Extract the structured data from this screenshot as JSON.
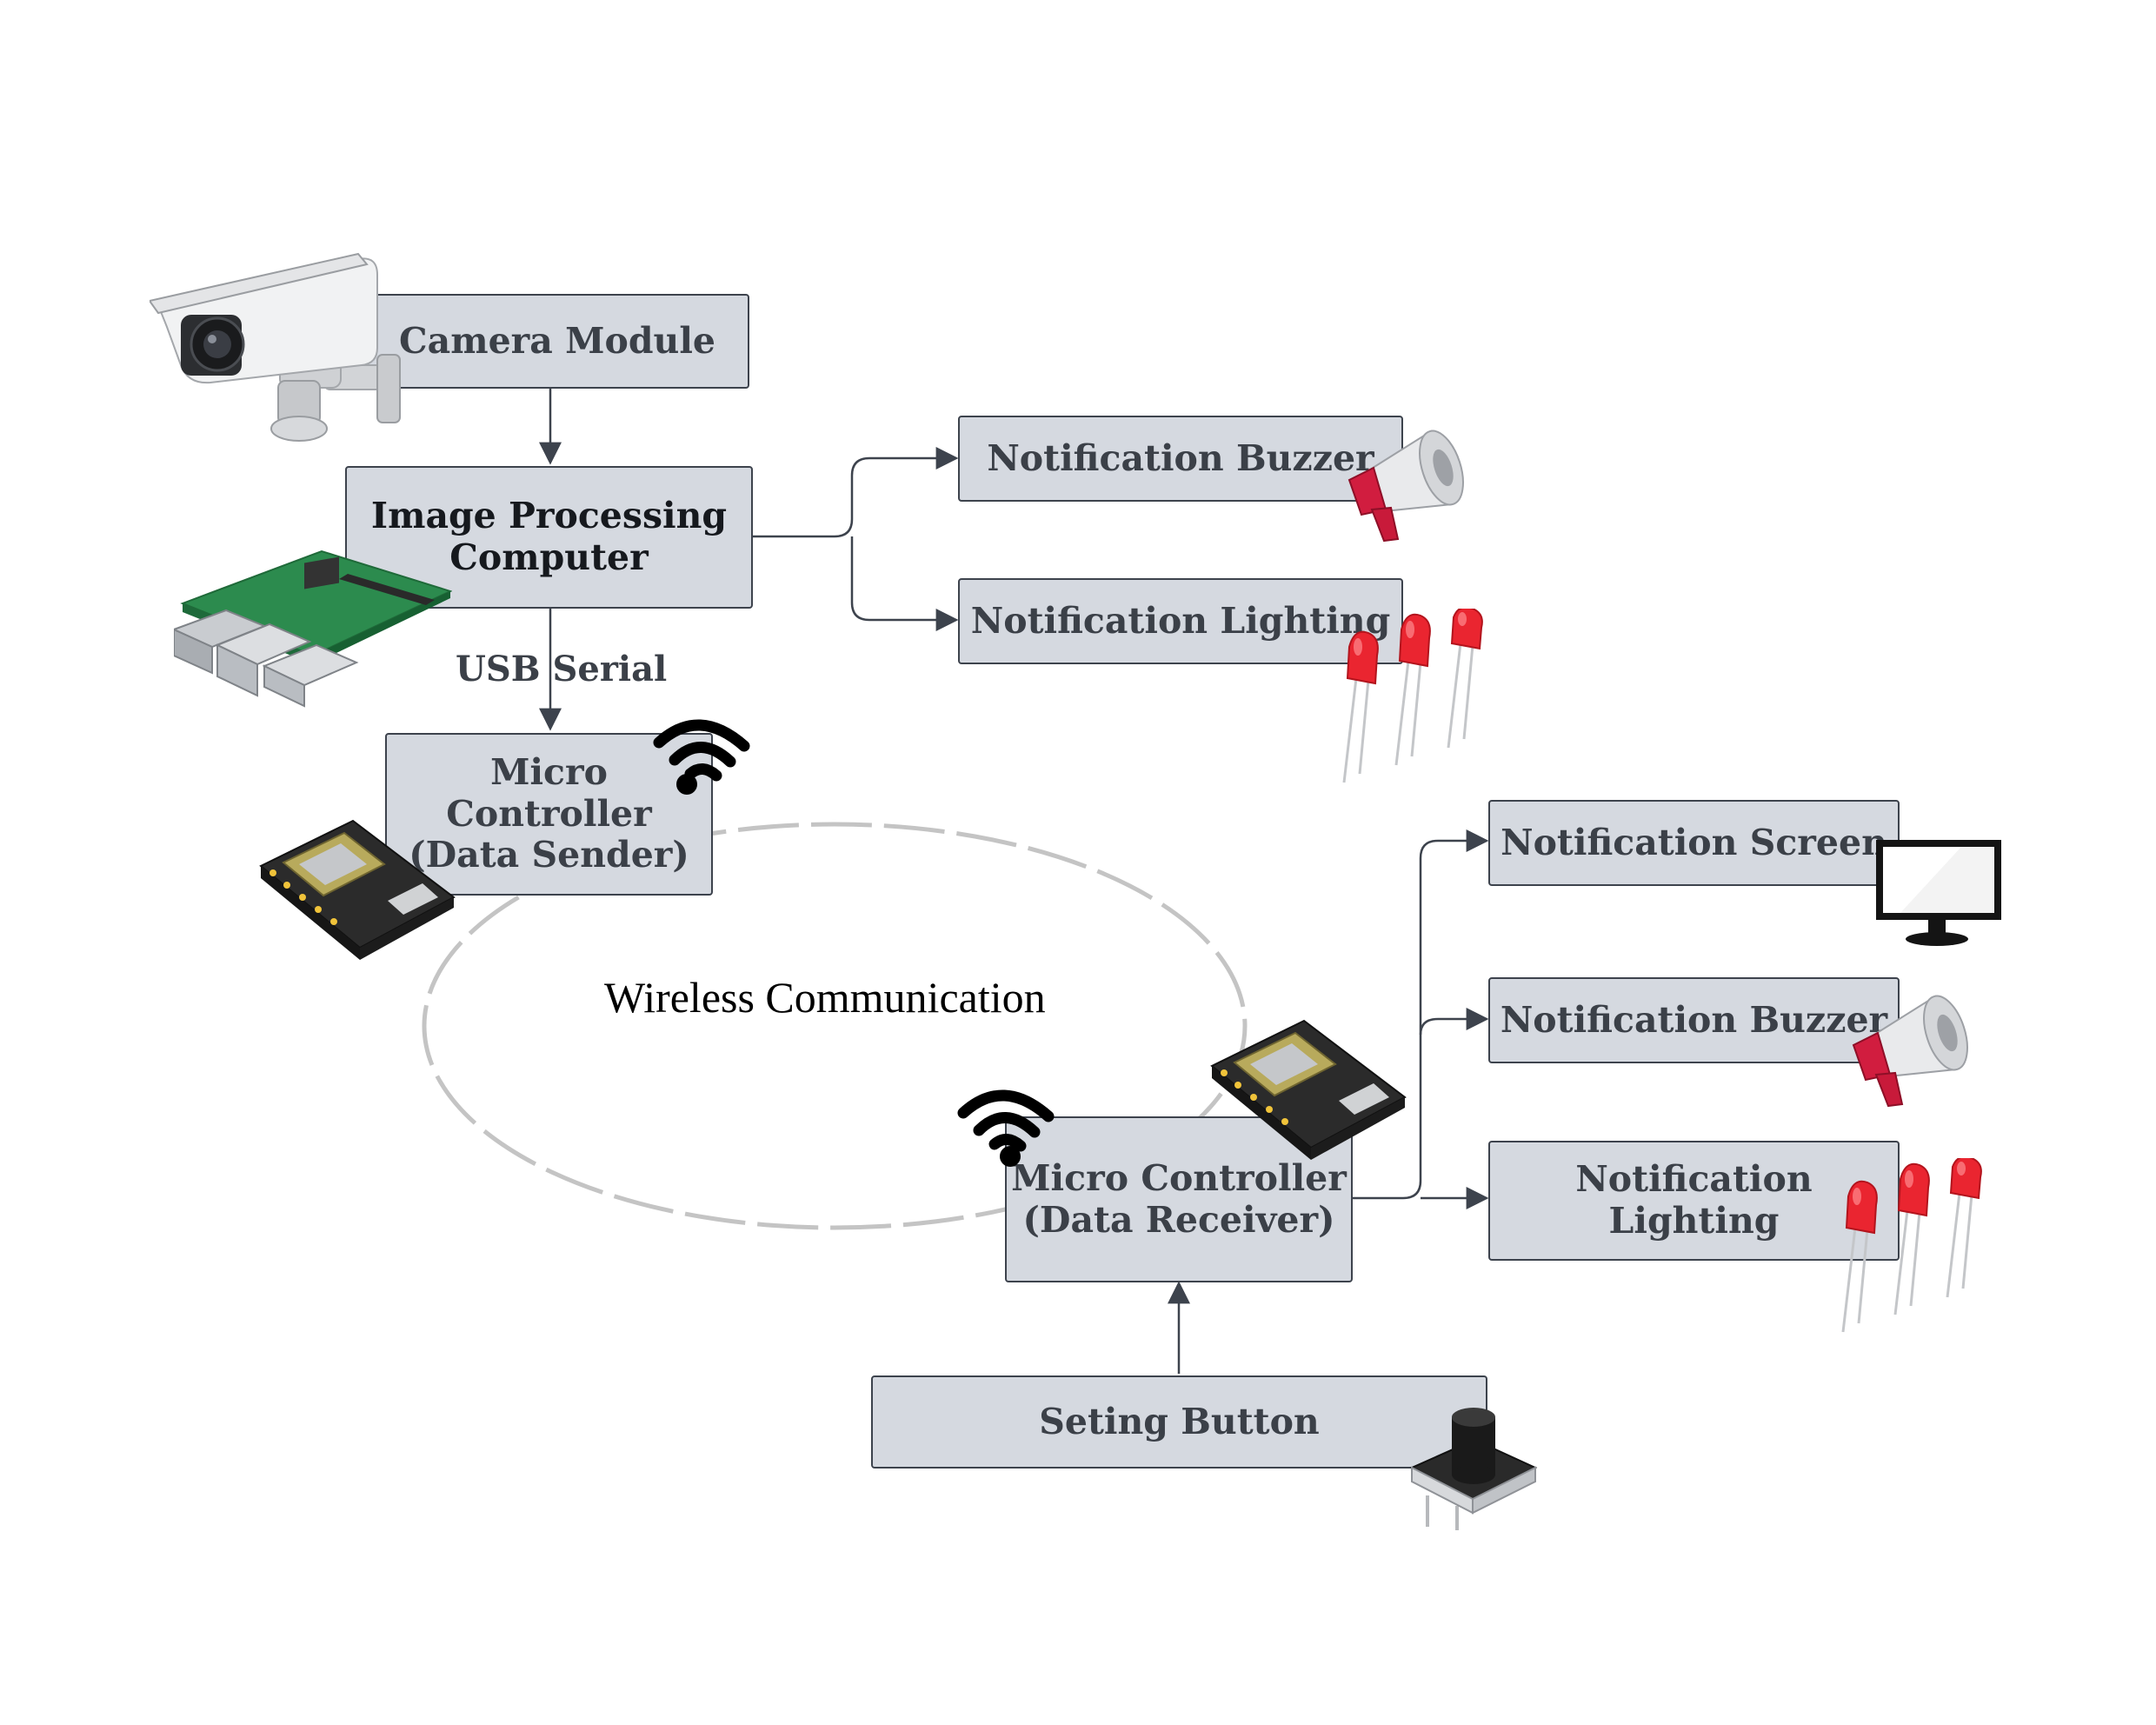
{
  "nodes": {
    "camera_module": "Camera Module",
    "image_processing": "Image Processing\nComputer",
    "buzzer_top": "Notification Buzzer",
    "lighting_top": "Notification Lighting",
    "mc_sender": "Micro\nController\n(Data Sender)",
    "screen": "Notification Screen",
    "buzzer_bottom": "Notification Buzzer",
    "mc_receiver": "Micro Controller\n(Data Receiver)",
    "lighting_bottom": "Notification\nLighting",
    "setting_button": "Seting Button"
  },
  "edge_labels": {
    "usb": "USB Serial",
    "wireless": "Wireless Communication"
  },
  "colors": {
    "box_fill": "#d5d9e0",
    "box_border": "#3d434d",
    "connector": "#3d434d",
    "led_red": "#e8232b",
    "wifi": "#000000"
  },
  "icons": [
    "camera-icon",
    "raspberry-pi-board-icon",
    "wifi-icon",
    "esp-board-icon",
    "megaphone-icon",
    "led-icon",
    "monitor-icon",
    "push-button-icon"
  ]
}
